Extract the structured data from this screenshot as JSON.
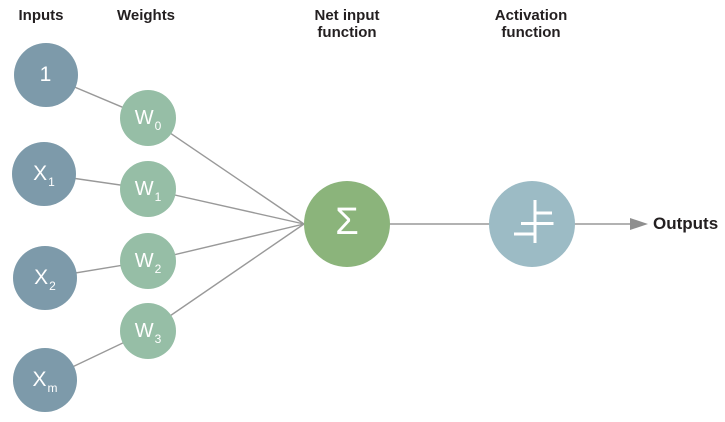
{
  "headers": {
    "inputs": "Inputs",
    "weights": "Weights",
    "net_input": "Net input function",
    "activation": "Activation function"
  },
  "nodes": {
    "inputs": [
      {
        "base": "1",
        "sub": ""
      },
      {
        "base": "X",
        "sub": "1"
      },
      {
        "base": "X",
        "sub": "2"
      },
      {
        "base": "X",
        "sub": "m"
      }
    ],
    "weights": [
      {
        "base": "W",
        "sub": "0"
      },
      {
        "base": "W",
        "sub": "1"
      },
      {
        "base": "W",
        "sub": "2"
      },
      {
        "base": "W",
        "sub": "3"
      }
    ],
    "sum": {
      "symbol": "Σ"
    },
    "activation": {
      "icon": "step-function-icon"
    }
  },
  "output": {
    "label": "Outputs"
  },
  "colors": {
    "input_node": "#7d9aaa",
    "weight_node": "#96bea6",
    "sum_node": "#8bb47b",
    "activation_node": "#9cbbc5",
    "wire": "#999999",
    "arrowhead": "#8f8f8f",
    "heading_text": "#231f20",
    "node_text": "#ffffff"
  }
}
